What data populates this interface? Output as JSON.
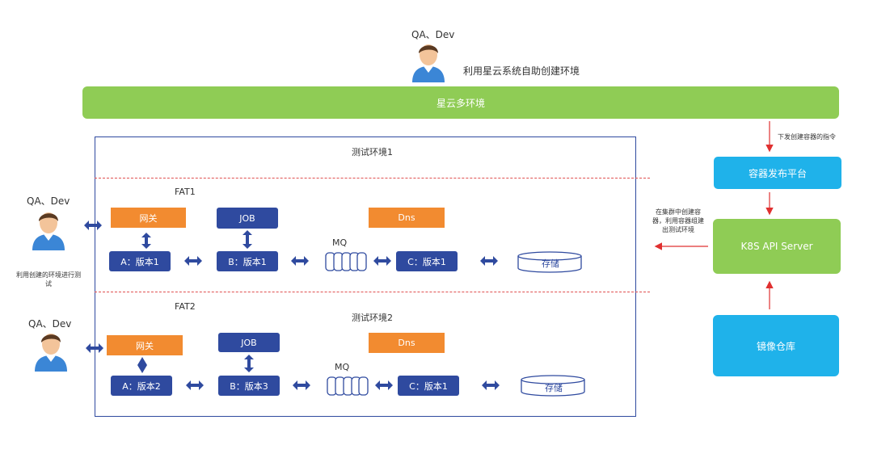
{
  "top": {
    "user_label": "QA、Dev",
    "caption": "利用星云系统自助创建环境",
    "banner": "星云多环境"
  },
  "env1": {
    "title": "测试环境1",
    "fat": "FAT1",
    "user_label": "QA、Dev",
    "side_caption": "利用创建的环境进行测试",
    "gateway": "网关",
    "job": "JOB",
    "dns": "Dns",
    "mq": "MQ",
    "service_a": "A：版本1",
    "service_b": "B：版本1",
    "service_c": "C：版本1",
    "storage": "存储"
  },
  "env2": {
    "title": "测试环境2",
    "fat": "FAT2",
    "user_label": "QA、Dev",
    "gateway": "网关",
    "job": "JOB",
    "dns": "Dns",
    "mq": "MQ",
    "service_a": "A：版本2",
    "service_b": "B：版本3",
    "service_c": "C：版本1",
    "storage": "存储"
  },
  "right": {
    "note_top": "下发创建容器的指令",
    "container_platform": "容器发布平台",
    "note_left": "在集群中创建容器，利用容器组建出测试环境",
    "k8s": "K8S API Server",
    "registry": "镜像仓库"
  },
  "colors": {
    "green": "#8fcc55",
    "navy": "#2f4a9f",
    "orange": "#f28b30",
    "cyan": "#1fb2ea",
    "red_arrow": "#e03030"
  }
}
